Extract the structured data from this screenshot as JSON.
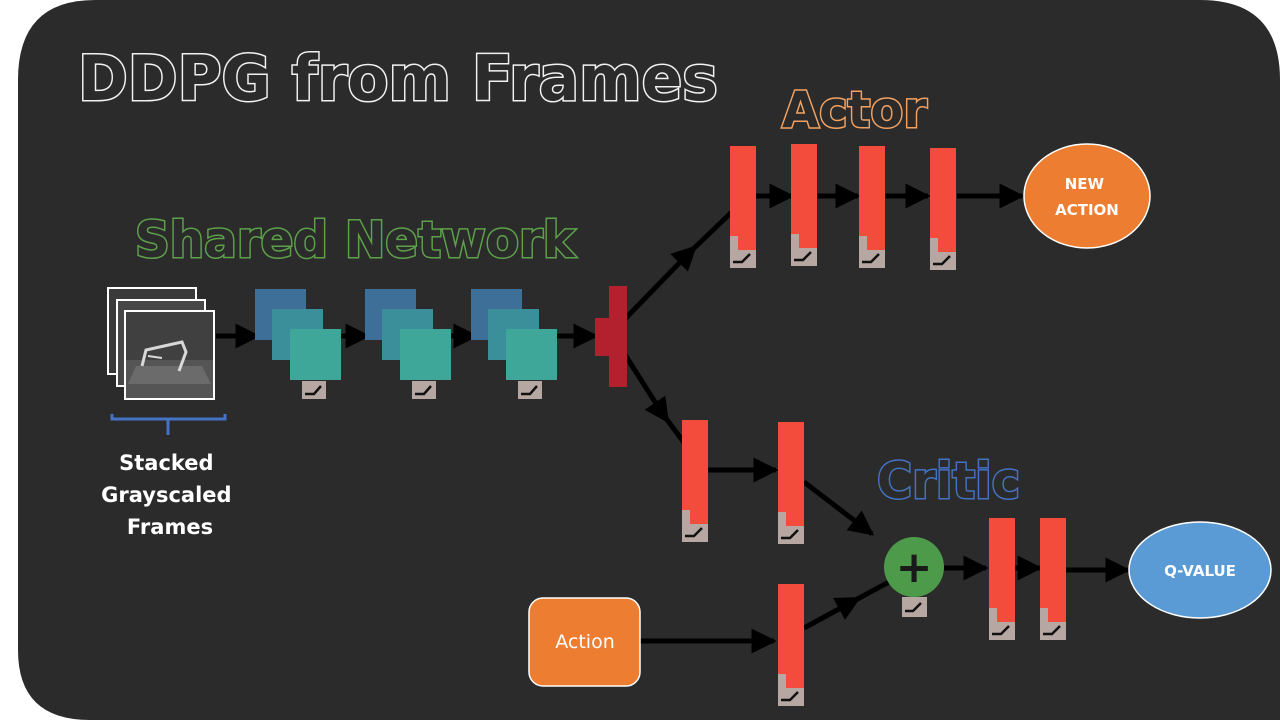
{
  "title": "DDPG from Frames",
  "labels": {
    "shared": "Shared Network",
    "actor": "Actor",
    "critic": "Critic"
  },
  "input": {
    "caption_lines": [
      "Stacked",
      "Grayscaled",
      "Frames"
    ]
  },
  "outputs": {
    "new_action_lines": [
      "NEW",
      "ACTION"
    ],
    "q_value": "Q-VALUE"
  },
  "action_input": "Action",
  "merge_symbol": "+",
  "colors": {
    "background": "#2b2b2b",
    "layer": "#f34b3c",
    "activation_box": "#b7a7a3",
    "split_node": "#b3202e",
    "conv_back": "#3e6f98",
    "conv_mid": "#3a8f9b",
    "conv_front": "#3ea79a",
    "orange_node": "#ed7d31",
    "blue_node": "#5b9bd5",
    "merge_node": "#4c9a4a",
    "title_text": "#2b2b2b",
    "shared_text": "#4e9a3f",
    "actor_text": "#f4a261",
    "critic_text": "#4472c4"
  }
}
